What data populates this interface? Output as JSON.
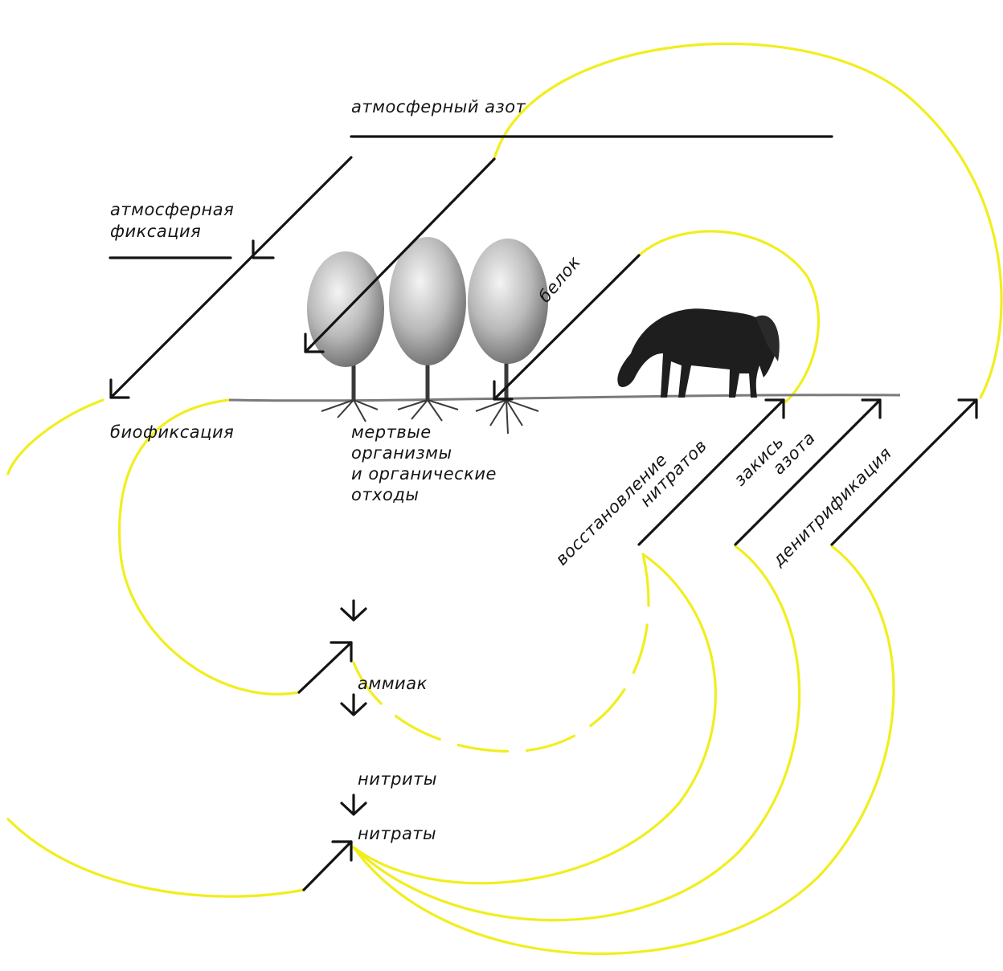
{
  "labels": {
    "atmospheric_nitrogen": "атмосферный азот",
    "atmospheric_fixation_line1": "атмосферная",
    "atmospheric_fixation_line2": "фиксация",
    "biofixation": "биофиксация",
    "protein": "белок",
    "dead_organisms_line1": "мертвые",
    "dead_organisms_line2": "организмы",
    "dead_organisms_line3": "и органические",
    "dead_organisms_line4": "отходы",
    "nitrate_reduction_line1": "восстановление",
    "nitrate_reduction_line2": "нитратов",
    "nitrous_oxide_line1": "закись",
    "nitrous_oxide_line2": "азота",
    "denitrification": "денитрификация",
    "ammonia": "аммиак",
    "nitrites": "нитриты",
    "nitrates": "нитраты"
  },
  "colors": {
    "cycle_arc": "#f1ee1e",
    "ink": "#141414",
    "background": "#ffffff"
  }
}
